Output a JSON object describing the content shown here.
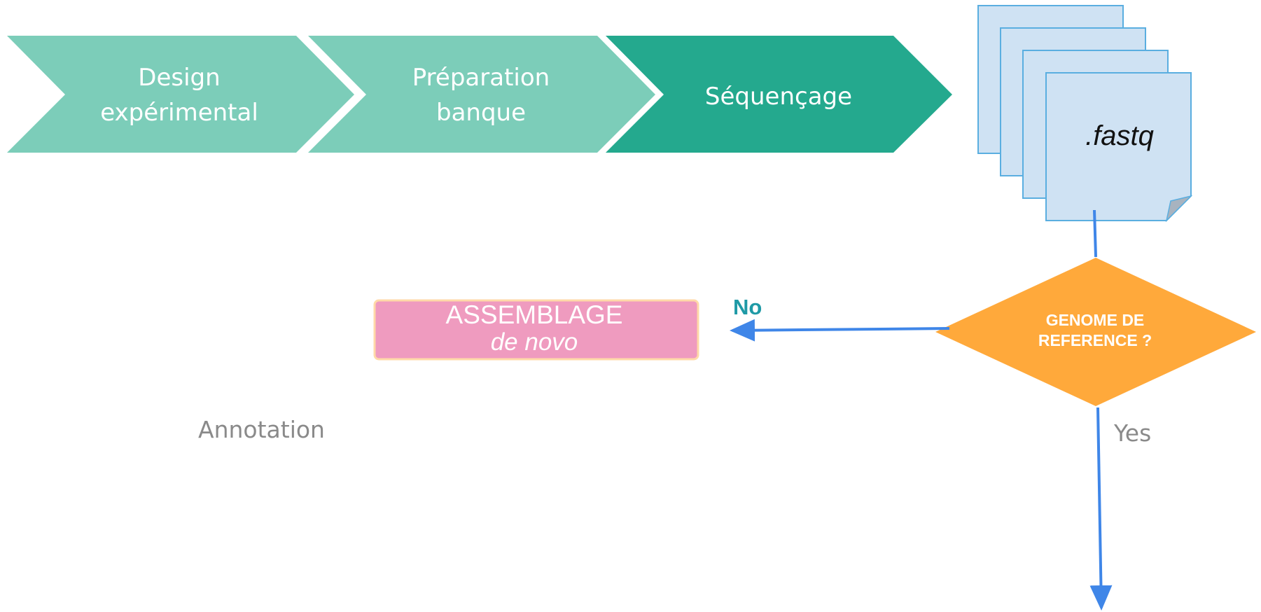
{
  "pipeline": {
    "step1": {
      "line1": "Design",
      "line2": "expérimental"
    },
    "step2": {
      "line1": "Préparation",
      "line2": "banque"
    },
    "step3": {
      "label": "Séquençage"
    }
  },
  "file_stack": {
    "label": ".fastq"
  },
  "decision": {
    "line1": "GENOME DE",
    "line2": "REFERENCE ?"
  },
  "branch_no": {
    "label": "No"
  },
  "branch_yes": {
    "label": "Yes"
  },
  "assembly": {
    "line1": "ASSEMBLAGE",
    "line2": "de novo"
  },
  "annotation": {
    "label": "Annotation"
  },
  "colors": {
    "chevron_light": "#7ccdb9",
    "chevron_dark": "#24a98e",
    "file_fill": "#cfe2f3",
    "file_stroke": "#5aaee0",
    "diamond": "#ffa93b",
    "assembly_fill": "#ef9bbf",
    "assembly_stroke": "#ffd9a8",
    "arrow": "#3f86e8"
  }
}
